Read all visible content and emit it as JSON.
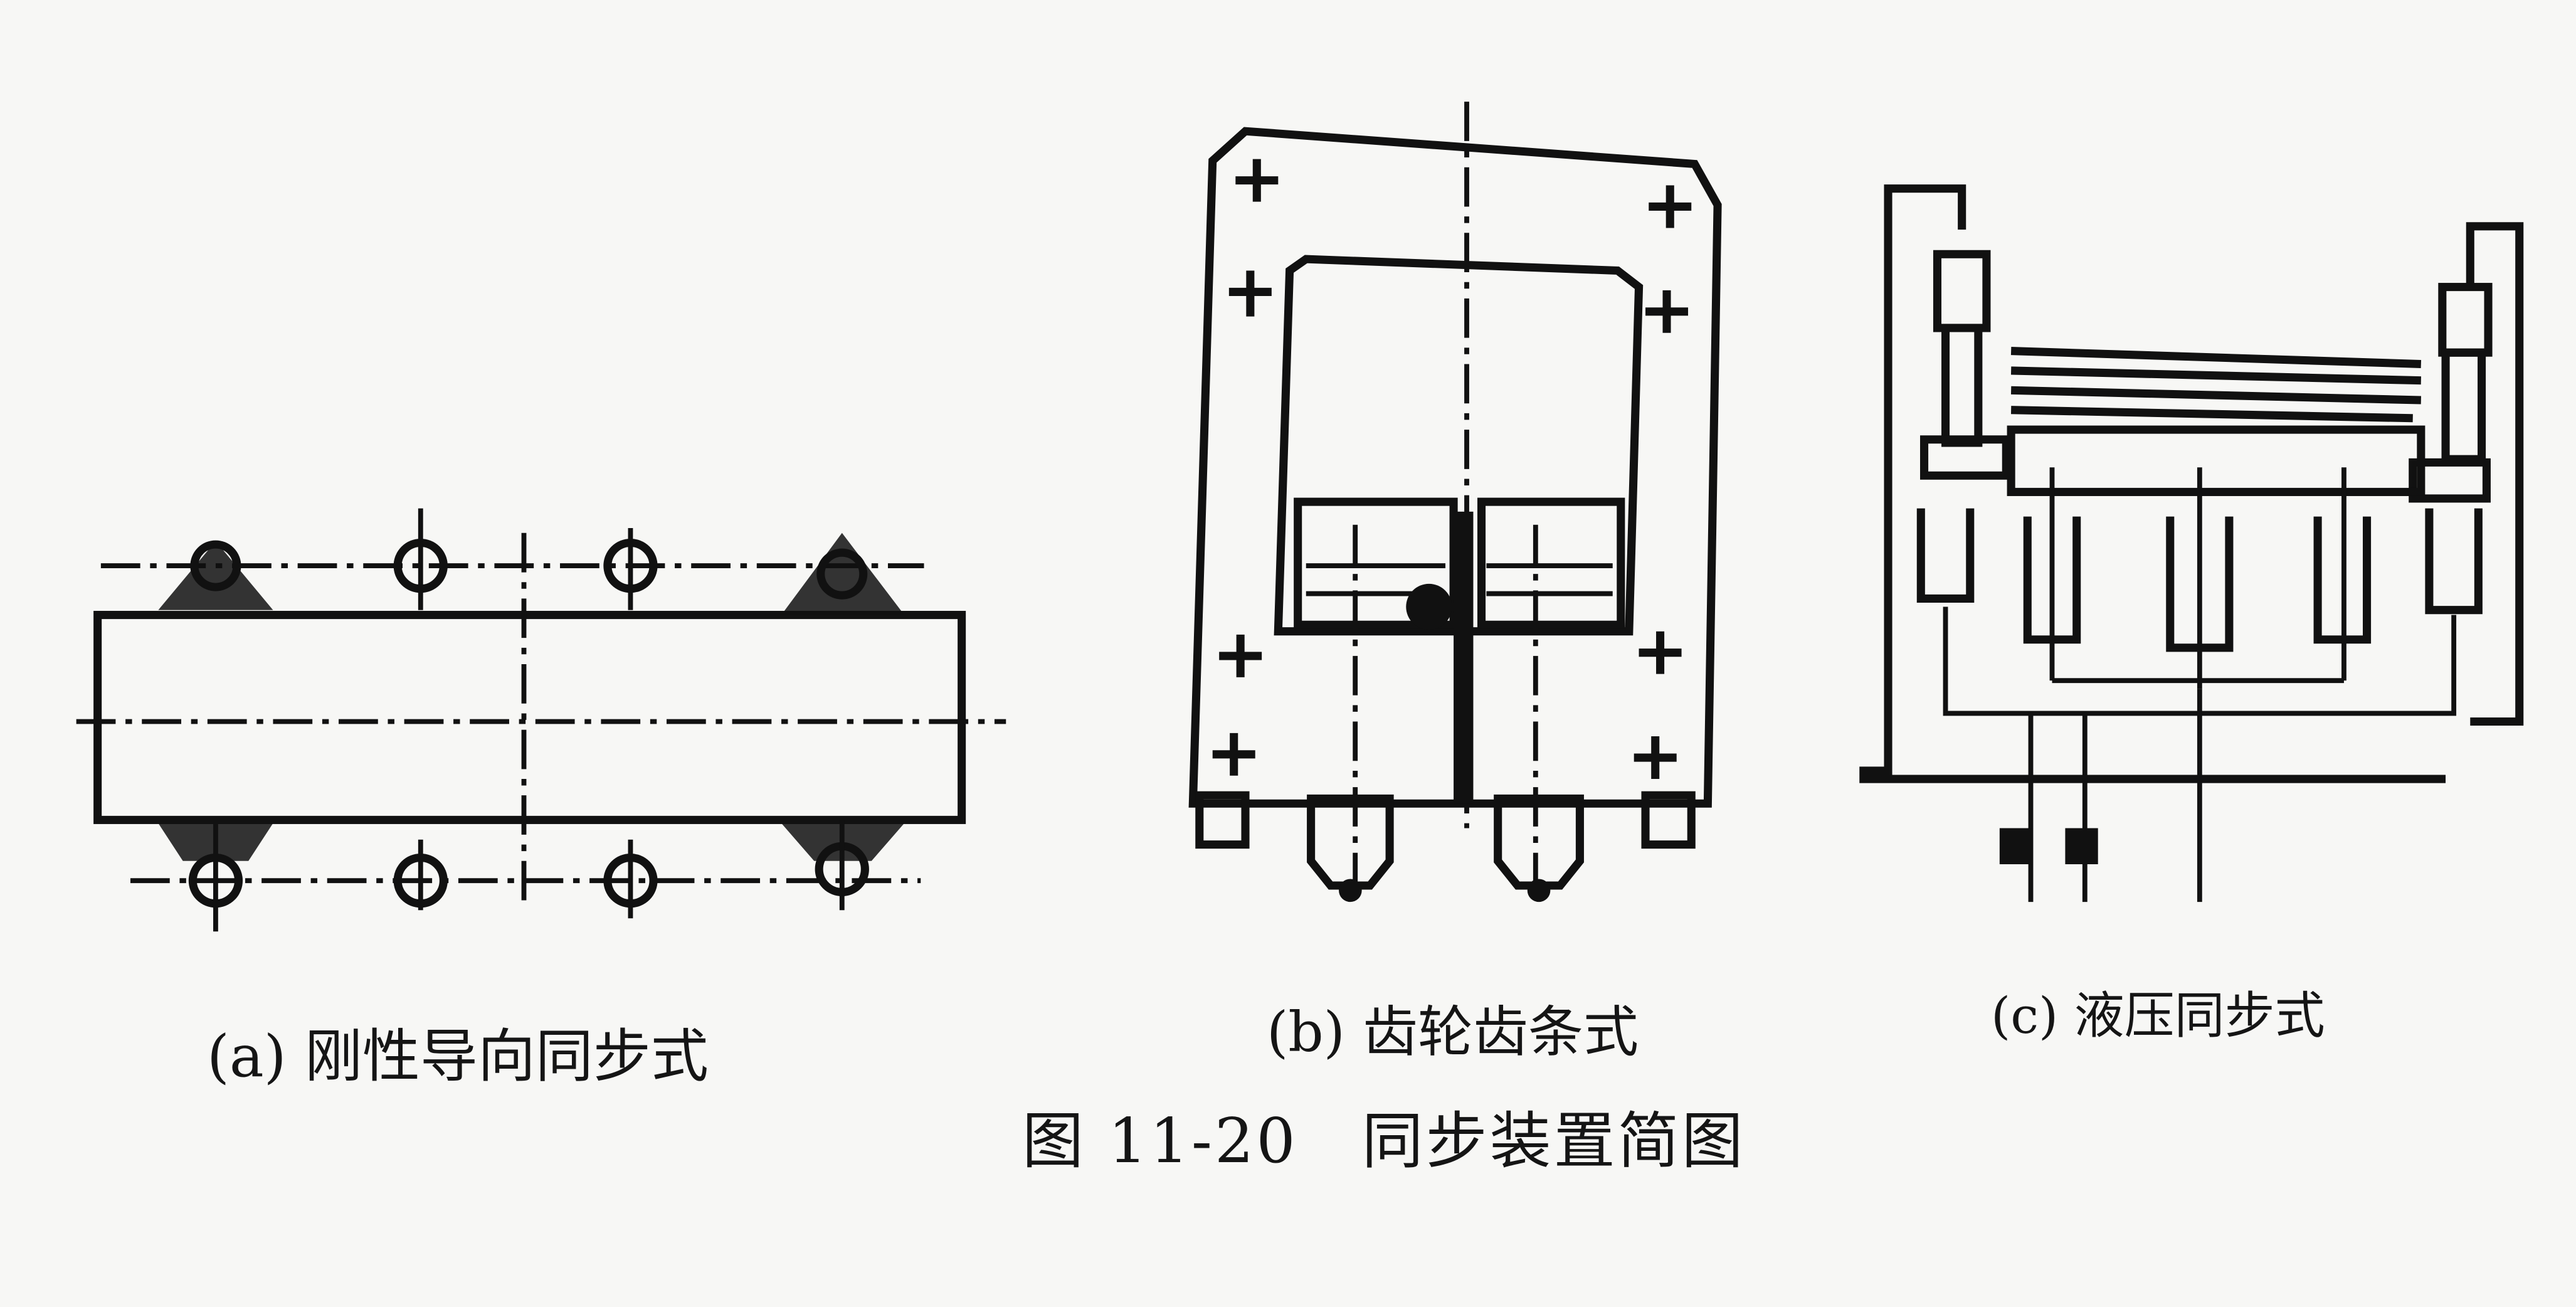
{
  "figure": {
    "panels": [
      {
        "label": "(a) 刚性导向同步式"
      },
      {
        "label": "(b) 齿轮齿条式"
      },
      {
        "label": "(c) 液压同步式"
      }
    ],
    "caption": "图 11-20　同步装置简图"
  }
}
